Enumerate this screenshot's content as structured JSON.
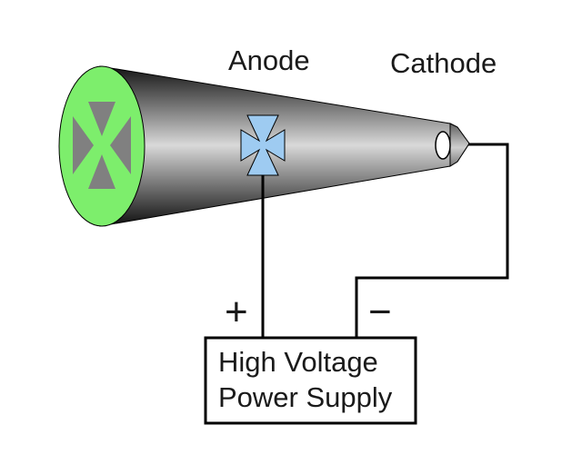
{
  "labels": {
    "anode": "Anode",
    "cathode": "Cathode",
    "positive": "+",
    "negative": "−",
    "power_supply_line1": "High Voltage",
    "power_supply_line2": "Power Supply"
  },
  "colors": {
    "screen": "#7dee6c",
    "cross": "#808080",
    "anode_cross": "#9ecbf1",
    "wire": "#000000"
  }
}
